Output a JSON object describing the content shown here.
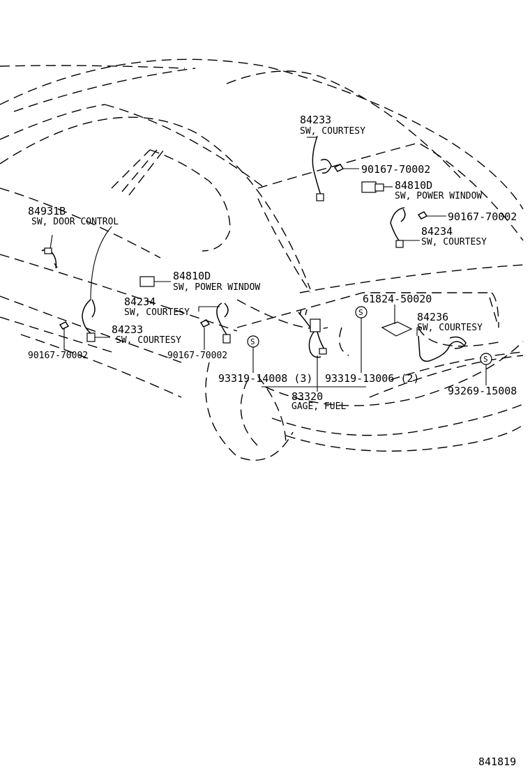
{
  "diagram_id": "841819",
  "labels": {
    "p84233_top": "84233",
    "d84233_top": "SW, COURTESY",
    "p90167_top": "90167-70002",
    "p84810D_top": "84810D",
    "d84810D_top": "SW, POWER WINDOW",
    "p90167_right": "90167-70002",
    "p84234_right": "84234",
    "d84234_right": "SW, COURTESY",
    "p84931B": "84931B",
    "d84931B": "SW, DOOR CONTROL",
    "p84810D_mid": "84810D",
    "d84810D_mid": "SW, POWER WINDOW",
    "p84234_mid": "84234",
    "d84234_mid": "SW, COURTESY",
    "p84233_left": "84233",
    "d84233_left": "SW, COURTESY",
    "p90167_left": "90167-70002",
    "p90167_mid": "90167-70002",
    "p61824": "61824-50020",
    "p84236": "84236",
    "d84236": "SW, COURTESY",
    "p93319_14008": "93319-14008 (3)",
    "p93319_13006": "93319-13006 (2)",
    "p93269": "93269-15008",
    "p83320": "83320",
    "d83320": "GAGE, FUEL",
    "screw_symbol": "S"
  }
}
